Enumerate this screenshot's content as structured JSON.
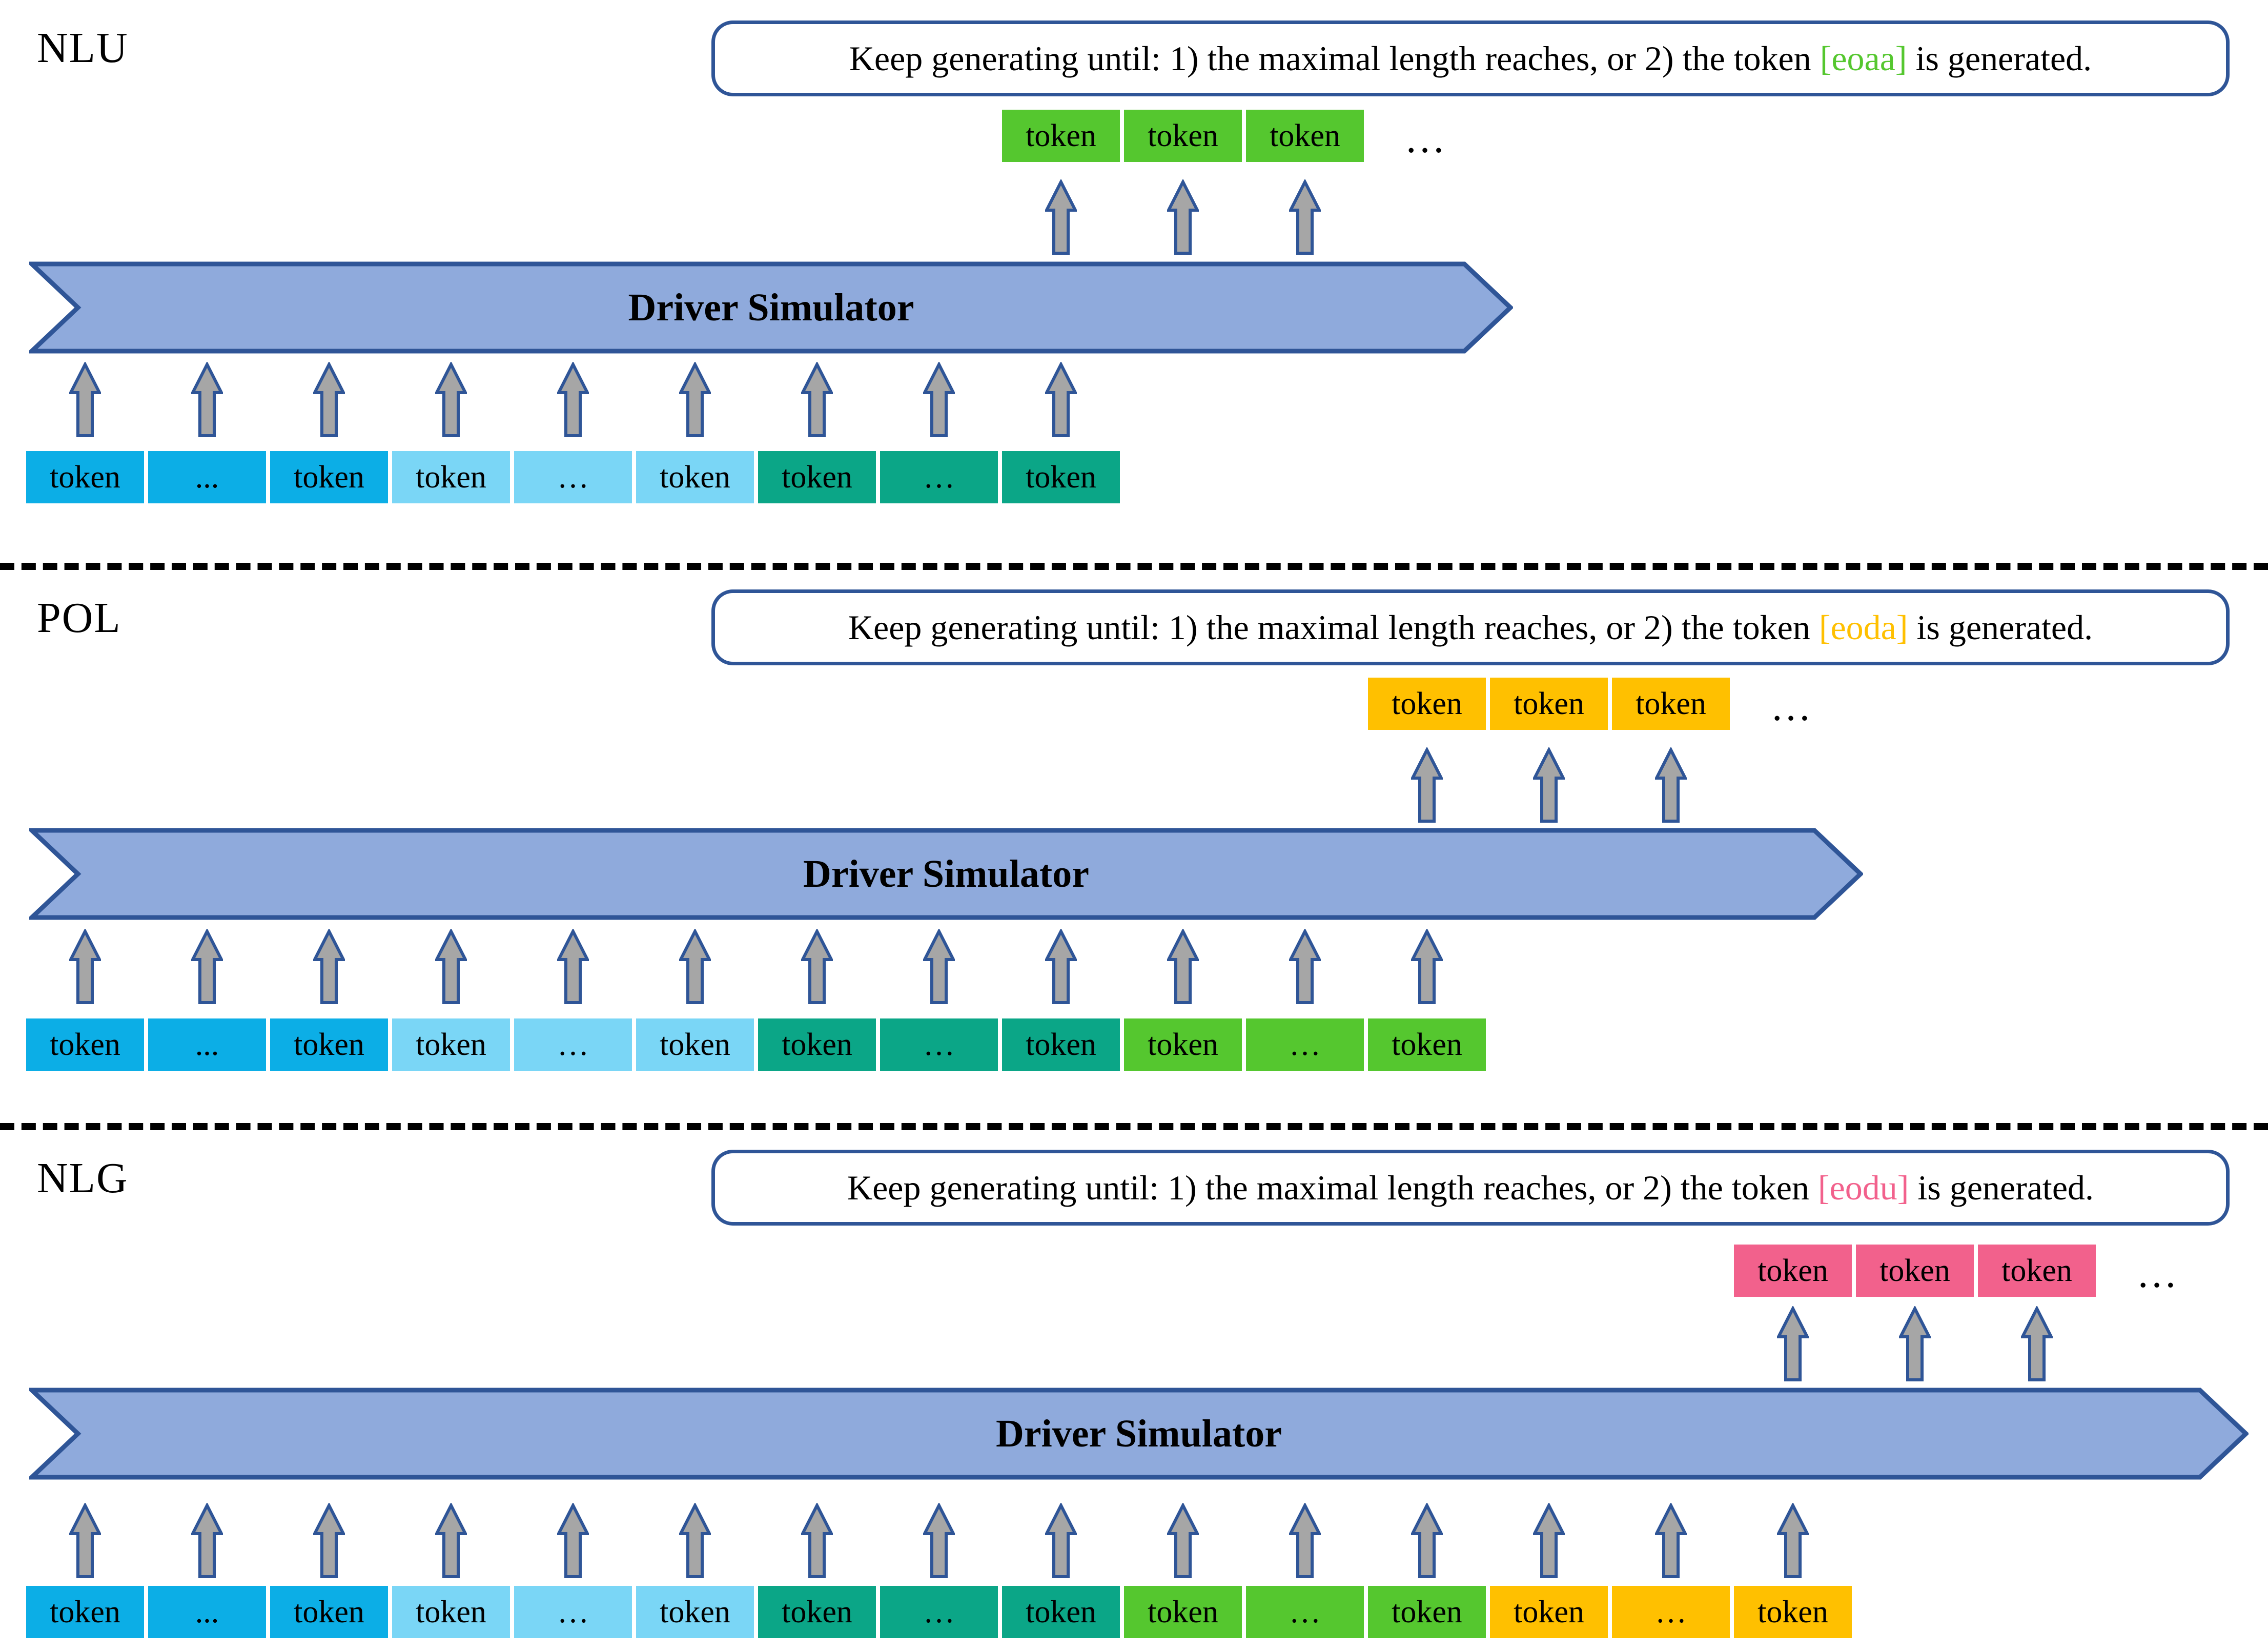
{
  "palette": {
    "blue": "#0CAEE6",
    "light_blue": "#7AD6F6",
    "teal": "#0BA687",
    "green": "#55C72F",
    "orange": "#FFC000",
    "pink": "#F2618C",
    "banner_fill": "#8FAADC",
    "banner_border": "#2F5597",
    "arrow_fill": "#A6A6A6",
    "box_border": "#2F5597",
    "separator_color": "#000000"
  },
  "sections": [
    {
      "label": "NLU",
      "instruction": {
        "prefix": "Keep generating until: 1) the maximal length reaches, or 2) the token ",
        "eos": "[eoaa]",
        "eos_color": "green",
        "suffix": " is generated."
      },
      "banner_label": "Driver Simulator",
      "output_tokens": [
        {
          "label": "token",
          "color": "green"
        },
        {
          "label": "token",
          "color": "green"
        },
        {
          "label": "token",
          "color": "green"
        }
      ],
      "output_ellipsis": "…",
      "input_tokens": [
        {
          "label": "token",
          "color": "blue"
        },
        {
          "label": "...",
          "color": "blue"
        },
        {
          "label": "token",
          "color": "blue"
        },
        {
          "label": "token",
          "color": "light_blue"
        },
        {
          "label": "…",
          "color": "light_blue"
        },
        {
          "label": "token",
          "color": "light_blue"
        },
        {
          "label": "token",
          "color": "teal"
        },
        {
          "label": "…",
          "color": "teal"
        },
        {
          "label": "token",
          "color": "teal"
        }
      ]
    },
    {
      "label": "POL",
      "instruction": {
        "prefix": "Keep generating until: 1) the maximal length reaches, or 2) the token ",
        "eos": "[eoda]",
        "eos_color": "orange",
        "suffix": " is generated."
      },
      "banner_label": "Driver Simulator",
      "output_tokens": [
        {
          "label": "token",
          "color": "orange"
        },
        {
          "label": "token",
          "color": "orange"
        },
        {
          "label": "token",
          "color": "orange"
        }
      ],
      "output_ellipsis": "…",
      "input_tokens": [
        {
          "label": "token",
          "color": "blue"
        },
        {
          "label": "...",
          "color": "blue"
        },
        {
          "label": "token",
          "color": "blue"
        },
        {
          "label": "token",
          "color": "light_blue"
        },
        {
          "label": "…",
          "color": "light_blue"
        },
        {
          "label": "token",
          "color": "light_blue"
        },
        {
          "label": "token",
          "color": "teal"
        },
        {
          "label": "…",
          "color": "teal"
        },
        {
          "label": "token",
          "color": "teal"
        },
        {
          "label": "token",
          "color": "green"
        },
        {
          "label": "…",
          "color": "green"
        },
        {
          "label": "token",
          "color": "green"
        }
      ]
    },
    {
      "label": "NLG",
      "instruction": {
        "prefix": "Keep generating until: 1) the maximal length reaches, or 2) the token ",
        "eos": "[eodu]",
        "eos_color": "pink",
        "suffix": " is generated."
      },
      "banner_label": "Driver Simulator",
      "output_tokens": [
        {
          "label": "token",
          "color": "pink"
        },
        {
          "label": "token",
          "color": "pink"
        },
        {
          "label": "token",
          "color": "pink"
        }
      ],
      "output_ellipsis": "…",
      "input_tokens": [
        {
          "label": "token",
          "color": "blue"
        },
        {
          "label": "...",
          "color": "blue"
        },
        {
          "label": "token",
          "color": "blue"
        },
        {
          "label": "token",
          "color": "light_blue"
        },
        {
          "label": "…",
          "color": "light_blue"
        },
        {
          "label": "token",
          "color": "light_blue"
        },
        {
          "label": "token",
          "color": "teal"
        },
        {
          "label": "…",
          "color": "teal"
        },
        {
          "label": "token",
          "color": "teal"
        },
        {
          "label": "token",
          "color": "green"
        },
        {
          "label": "…",
          "color": "green"
        },
        {
          "label": "token",
          "color": "green"
        },
        {
          "label": "token",
          "color": "orange"
        },
        {
          "label": "…",
          "color": "orange"
        },
        {
          "label": "token",
          "color": "orange"
        }
      ]
    }
  ]
}
